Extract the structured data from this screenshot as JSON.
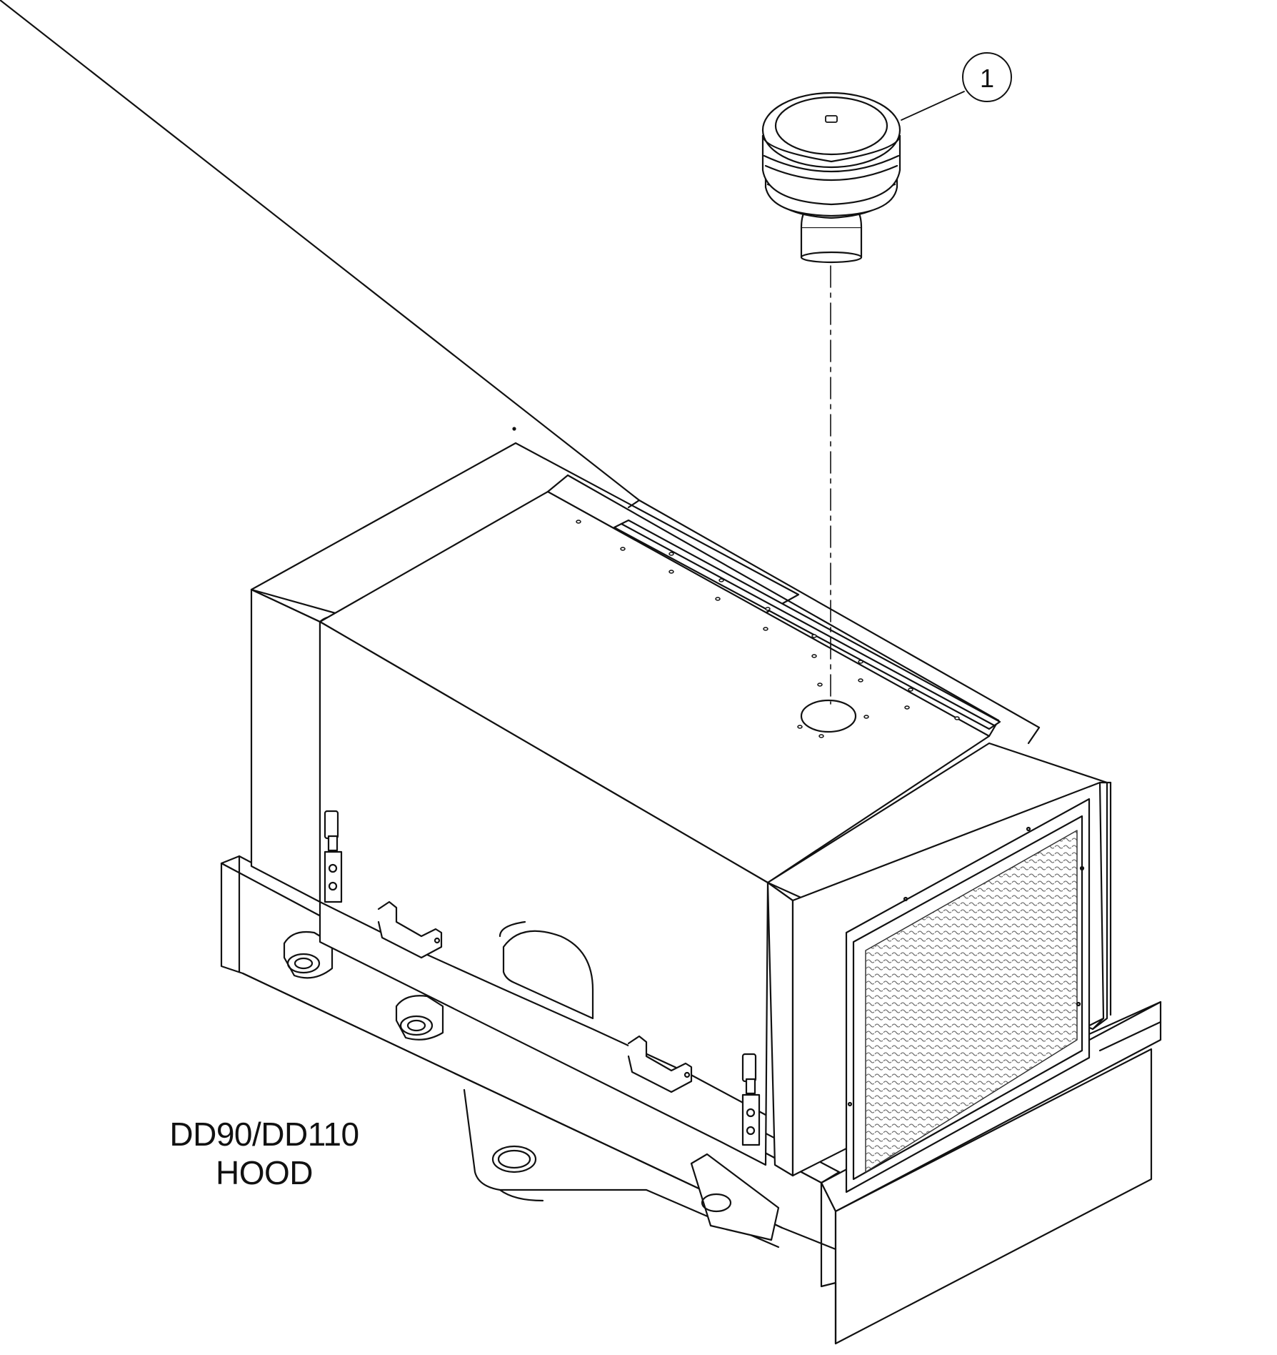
{
  "callouts": [
    {
      "number": "1"
    }
  ],
  "caption": {
    "line1": "DD90/DD110",
    "line2": "HOOD"
  },
  "colors": {
    "ink": "#111111",
    "paper": "#ffffff",
    "perforation_shade": "#d6d6d6"
  },
  "icons": [
    "air-filter-part",
    "hood-assembly",
    "perforated-grille",
    "latch-hardware",
    "lift-lug"
  ]
}
